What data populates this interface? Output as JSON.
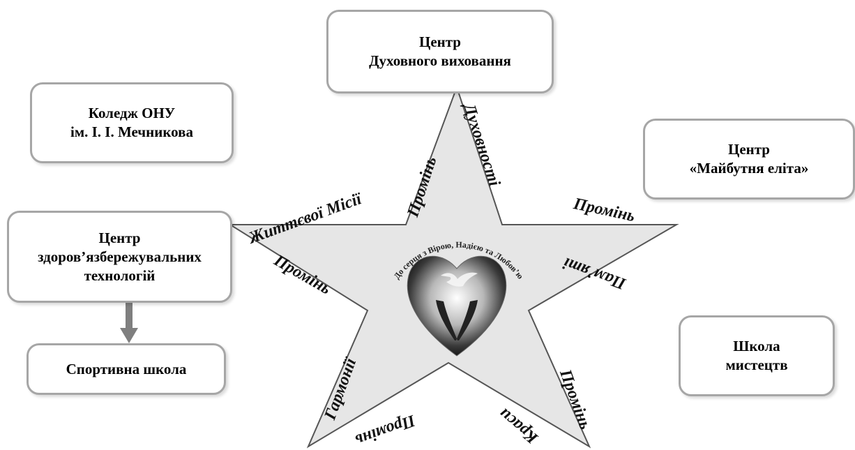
{
  "boxes": {
    "top_center": {
      "line1": "Центр",
      "line2": "Духовного виховання"
    },
    "top_left": {
      "line1": "Коледж ОНУ",
      "line2": "ім. І. І. Мечникова"
    },
    "right_top": {
      "line1": "Центр",
      "line2": "«Майбутня еліта»"
    },
    "left_mid": {
      "line1": "Центр",
      "line2": "здоров’язбережувальних",
      "line3": "технологій"
    },
    "bottom_left": {
      "line1": "Спортивна школа"
    },
    "right_bottom": {
      "line1": "Школа",
      "line2": "мистецтв"
    }
  },
  "star_labels": {
    "top_left_ray": "Промінь",
    "top_right_ray": "Духовності",
    "left_upper": "Життєвої Місії",
    "left_lower": "Промінь",
    "right_upper": "Промінь",
    "right_lower": "Пам’яті",
    "bottom_right_outer": "Промінь",
    "bottom_right_inner": "Краси",
    "bottom_left_outer": "Гармонії",
    "bottom_left_inner": "Промінь"
  },
  "center_ring_text": "До серця з Вірою, Надією та Любов’ю",
  "colors": {
    "star_fill": "#e8e8e8",
    "star_stroke": "#555555",
    "box_border": "#a6a6a6",
    "arrow": "#7f7f7f"
  }
}
